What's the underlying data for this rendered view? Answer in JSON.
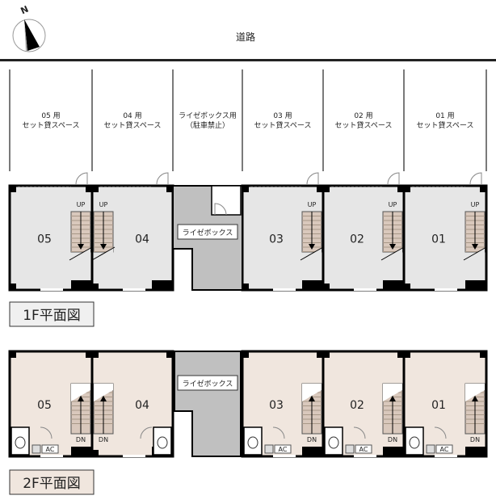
{
  "compass": {
    "label": "N"
  },
  "road": {
    "label": "道路"
  },
  "parking": [
    {
      "line1": "05 用",
      "line2": "セット貸スペース"
    },
    {
      "line1": "04 用",
      "line2": "セット貸スペース"
    },
    {
      "line1": "ライゼボックス用",
      "line2": "（駐車禁止）"
    },
    {
      "line1": "03 用",
      "line2": "セット貸スペース"
    },
    {
      "line1": "02 用",
      "line2": "セット貸スペース"
    },
    {
      "line1": "01 用",
      "line2": "セット貸スペース"
    }
  ],
  "floor1": {
    "title": "1F平面図",
    "units": [
      "05",
      "04",
      "03",
      "02",
      "01"
    ],
    "box_label": "ライゼボックス",
    "stair_label": "UP"
  },
  "floor2": {
    "title": "2F平面図",
    "units": [
      "05",
      "04",
      "03",
      "02",
      "01"
    ],
    "box_label": "ライゼボックス",
    "stair_label": "DN",
    "ac_label": "AC"
  },
  "colors": {
    "floor1": "#e6e6e6",
    "floor2": "#f0e6de",
    "box": "#c0c0c0",
    "stair": "#d9c8bc"
  }
}
